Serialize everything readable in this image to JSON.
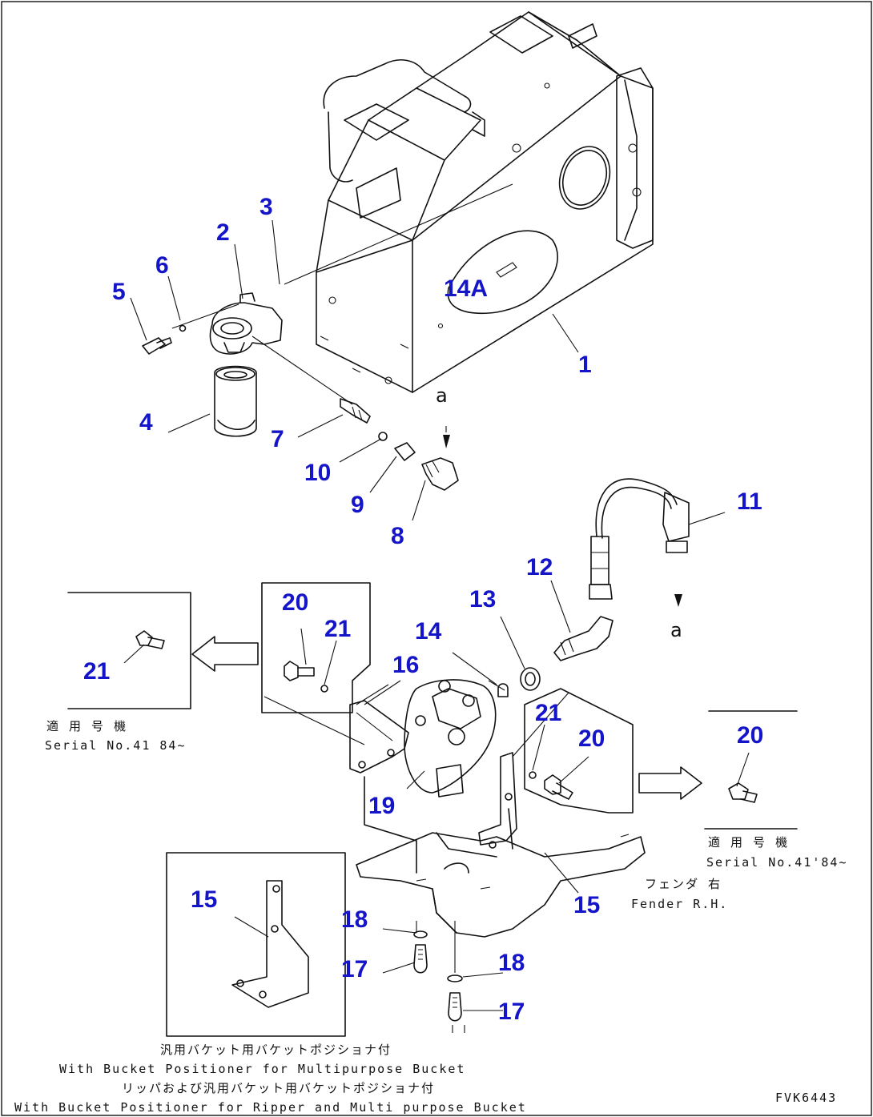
{
  "callouts": {
    "c1": "1",
    "c2": "2",
    "c3": "3",
    "c4": "4",
    "c5": "5",
    "c6": "6",
    "c7": "7",
    "c8": "8",
    "c9": "9",
    "c10": "10",
    "c11": "11",
    "c12": "12",
    "c13": "13",
    "c14": "14",
    "c14a": "14A",
    "c15a": "15",
    "c15b": "15",
    "c16": "16",
    "c17a": "17",
    "c17b": "17",
    "c18a": "18",
    "c18b": "18",
    "c19": "19",
    "c20a": "20",
    "c20b": "20",
    "c20c": "20",
    "c21a": "21",
    "c21b": "21",
    "c21c": "21"
  },
  "view_marks": {
    "a_top": "a",
    "a_right": "a"
  },
  "notes": {
    "left_applicable_jp": "適 用 号 機",
    "left_serial": "Serial No.41 84~",
    "right_applicable_jp": "適 用 号 機",
    "right_serial": "Serial No.41'84~",
    "fender_jp": "フェンダ 右",
    "fender_en": "Fender R.H.",
    "positioner_jp": "汎用バケット用バケットポジショナ付",
    "positioner_en": "With Bucket Positioner for Multipurpose Bucket",
    "ripper_jp": "リッパおよび汎用バケット用バケットポジショナ付",
    "ripper_en": "With Bucket Positioner for Ripper and Multi purpose Bucket",
    "drawing_code": "FVK6443"
  }
}
